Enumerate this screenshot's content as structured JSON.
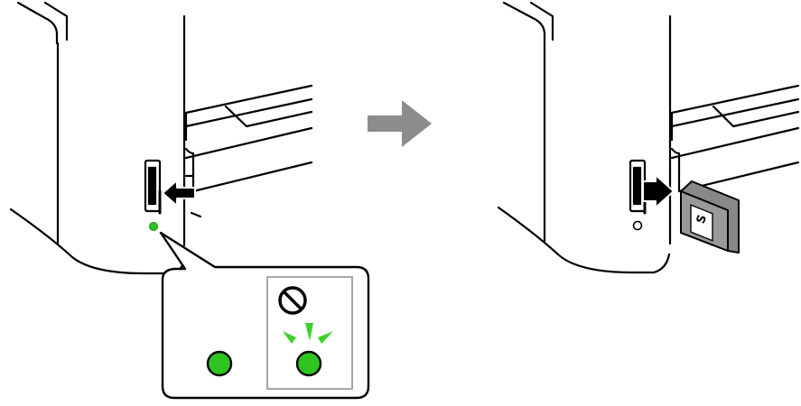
{
  "diagram": {
    "sd_card_mark": "S",
    "colors": {
      "outline": "#000000",
      "led_green": "#2fc41f",
      "led_flash": "#3ecf2a",
      "arrow_gray": "#8c8c8c",
      "card_gray": "#888888",
      "callout_box_border": "#a6a6a6"
    },
    "icons": [
      "prohibition-icon",
      "insert-arrow-icon",
      "remove-arrow-icon",
      "step-arrow-icon",
      "sd-card-icon"
    ],
    "led_states": {
      "left_panel": "on",
      "callout_normal": "on",
      "callout_forbidden": "flashing",
      "right_panel": "off"
    }
  }
}
